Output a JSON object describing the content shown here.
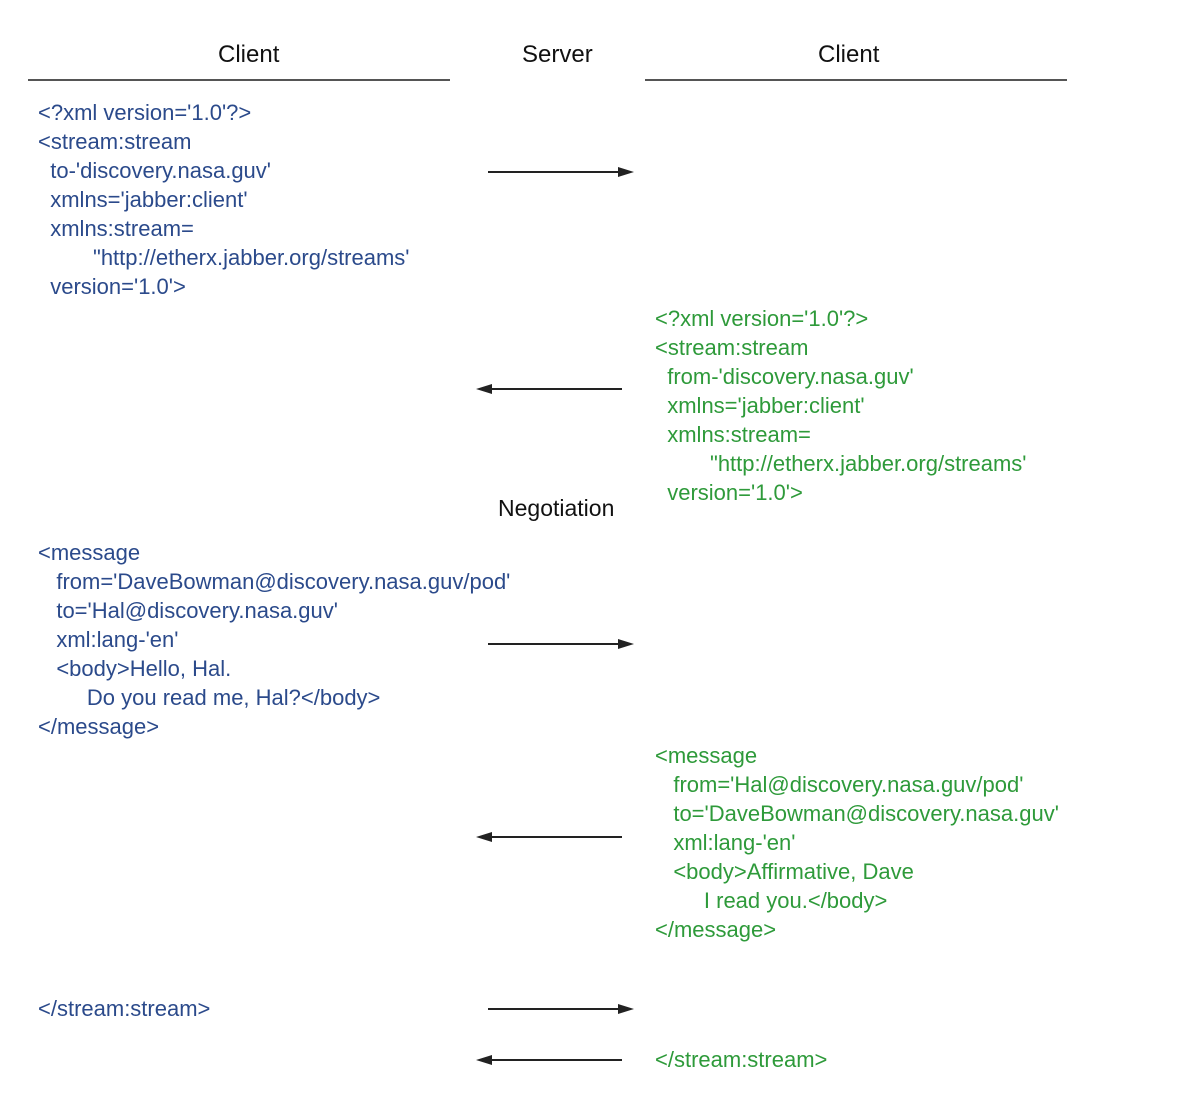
{
  "headers": {
    "client_left": "Client",
    "server": "Server",
    "client_right": "Client"
  },
  "label_negotiation": "Negotiation",
  "blocks": {
    "client_stream_open": [
      "<?xml version='1.0'?>",
      "<stream:stream",
      "  to-'discovery.nasa.guv'",
      "  xmlns='jabber:client'",
      "  xmlns:stream=",
      "         \"http://etherx.jabber.org/streams'",
      "  version='1.0'>"
    ],
    "server_stream_open": [
      "<?xml version='1.0'?>",
      "<stream:stream",
      "  from-'discovery.nasa.guv'",
      "  xmlns='jabber:client'",
      "  xmlns:stream=",
      "         \"http://etherx.jabber.org/streams'",
      "  version='1.0'>"
    ],
    "client_message": [
      "<message",
      "   from='DaveBowman@discovery.nasa.guv/pod'",
      "   to='Hal@discovery.nasa.guv'",
      "   xml:lang-'en'",
      "   <body>Hello, Hal.",
      "        Do you read me, Hal?</body>",
      "</message>"
    ],
    "server_message": [
      "<message",
      "   from='Hal@discovery.nasa.guv/pod'",
      "   to='DaveBowman@discovery.nasa.guv'",
      "   xml:lang-'en'",
      "   <body>Affirmative, Dave",
      "        I read you.</body>",
      "</message>"
    ],
    "client_stream_close": [
      "</stream:stream>"
    ],
    "server_stream_close": [
      "</stream:stream>"
    ]
  },
  "colors": {
    "client_text": "#2b4a8b",
    "server_text": "#2e9a3a",
    "arrow": "#222222"
  },
  "arrows": [
    "right",
    "left",
    "right",
    "left",
    "right",
    "left"
  ]
}
